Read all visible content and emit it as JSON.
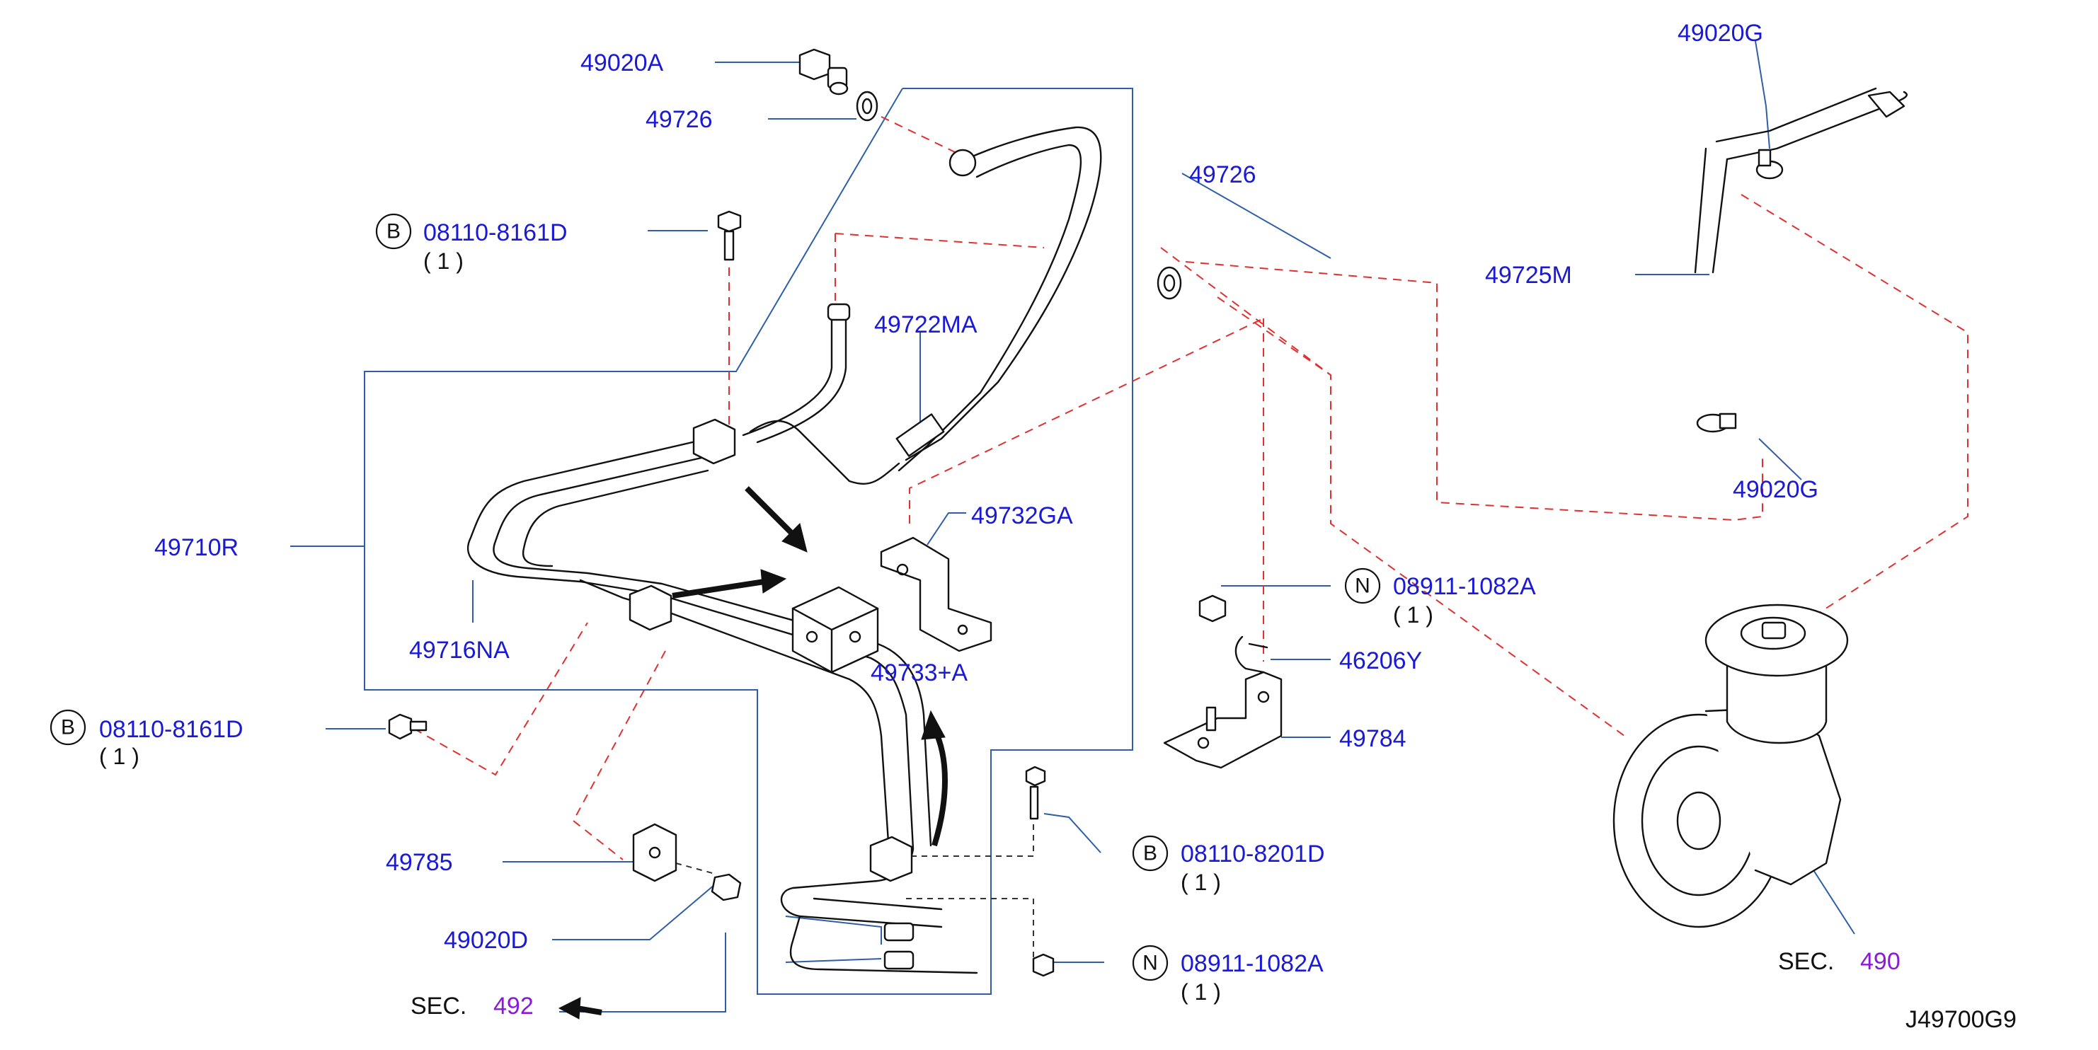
{
  "diagram": {
    "drawing_id": "J49700G9",
    "labels": {
      "p49020A": "49020A",
      "p49726_top": "49726",
      "p49726_mid": "49726",
      "p49722MA": "49722MA",
      "p49710R": "49710R",
      "p49716NA": "49716NA",
      "p49732GA": "49732GA",
      "p49733A": "49733+A",
      "p49785": "49785",
      "p49020D": "49020D",
      "p49020G_top": "49020G",
      "p49020G_low": "49020G",
      "p49725M": "49725M",
      "p46206Y": "46206Y",
      "p49784": "49784"
    },
    "callouts": {
      "bolt_top_left": {
        "symbol": "B",
        "part": "08110-8161D",
        "qty": "( 1 )"
      },
      "bolt_low_left": {
        "symbol": "B",
        "part": "08110-8161D",
        "qty": "( 1 )"
      },
      "bolt_center": {
        "symbol": "B",
        "part": "08110-8201D",
        "qty": "( 1 )"
      },
      "nut_center": {
        "symbol": "N",
        "part": "08911-1082A",
        "qty": "( 1 )"
      },
      "nut_right": {
        "symbol": "N",
        "part": "08911-1082A",
        "qty": "( 1 )"
      }
    },
    "sections": {
      "sec_492": {
        "prefix": "SEC.",
        "number": "492"
      },
      "sec_490": {
        "prefix": "SEC.",
        "number": "490"
      }
    },
    "colors": {
      "part_number": "#1a1ad6",
      "section_number": "#8a1ad6",
      "leader_line": "#2f5ea8",
      "dashed_guide": "#e03030"
    }
  }
}
